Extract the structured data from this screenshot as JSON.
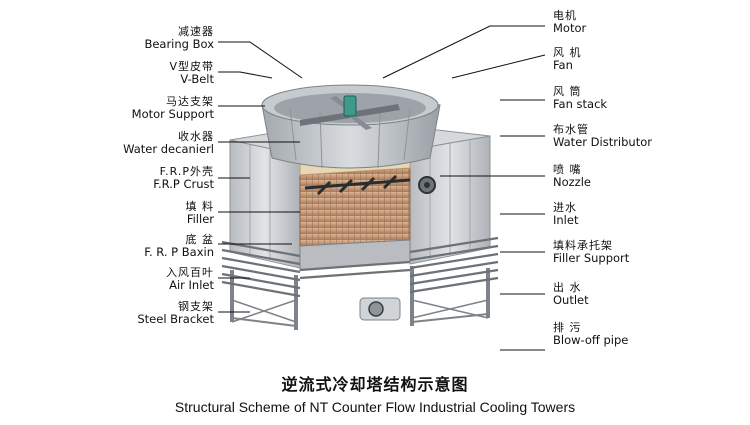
{
  "diagram": {
    "title_cn": "逆流式冷却塔结构示意图",
    "title_en": "Structural Scheme of NT Counter Flow Industrial Cooling Towers",
    "left_labels": [
      {
        "id": "bearing-box",
        "cn": "减速器",
        "en": "Bearing Box"
      },
      {
        "id": "v-belt",
        "cn": "V型皮带",
        "en": "V-Belt"
      },
      {
        "id": "motor-support",
        "cn": "马达支架",
        "en": "Motor Support"
      },
      {
        "id": "water-decanier",
        "cn": "收水器",
        "en": "Water decanierl"
      },
      {
        "id": "frp-crust",
        "cn": "F.R.P外壳",
        "en": "F.R.P Crust"
      },
      {
        "id": "filler",
        "cn": "填 料",
        "en": "Filler"
      },
      {
        "id": "frp-baxin",
        "cn": "底 盆",
        "en": "F. R. P Baxin"
      },
      {
        "id": "air-inlet",
        "cn": "入风百叶",
        "en": "Air Inlet"
      },
      {
        "id": "steel-bracket",
        "cn": "钢支架",
        "en": "Steel Bracket"
      }
    ],
    "right_labels": [
      {
        "id": "motor",
        "cn": "电机",
        "en": "Motor"
      },
      {
        "id": "fan",
        "cn": "风 机",
        "en": "Fan"
      },
      {
        "id": "fan-stack",
        "cn": "风 筒",
        "en": "Fan stack"
      },
      {
        "id": "water-distributor",
        "cn": "布水管",
        "en": "Water Distributor"
      },
      {
        "id": "nozzle",
        "cn": "喷 嘴",
        "en": "Nozzle"
      },
      {
        "id": "inlet",
        "cn": "进水",
        "en": "Inlet"
      },
      {
        "id": "filler-support",
        "cn": "填料承托架",
        "en": "Filler Support"
      },
      {
        "id": "outlet",
        "cn": "出 水",
        "en": "Outlet"
      },
      {
        "id": "blow-off-pipe",
        "cn": "排 污",
        "en": "Blow-off pipe"
      }
    ],
    "colors": {
      "casing": "#c9ccd0",
      "casing_dark": "#9ea3a8",
      "filler": "#b58a6a",
      "fan_blade": "#3d9a8c",
      "line": "#111111"
    }
  }
}
